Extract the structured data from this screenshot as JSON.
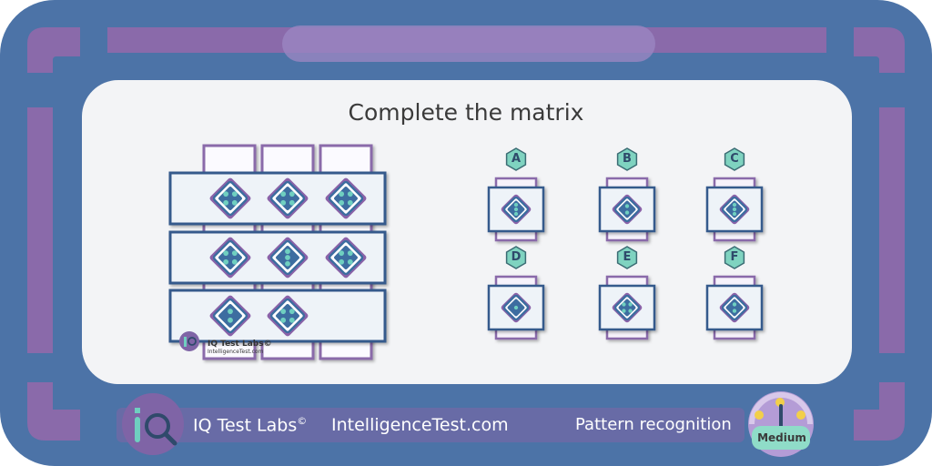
{
  "title": "Complete the matrix",
  "footer": {
    "brand": "IQ Test Labs",
    "copyright_mark": "©",
    "site": "IntelligenceTest.com",
    "category": "Pattern recognition",
    "difficulty": "Medium"
  },
  "watermark": {
    "brand": "IQ Test Labs©",
    "site": "IntelligenceTest.com"
  },
  "matrix": {
    "rows": [
      [
        4,
        4,
        4
      ],
      [
        4,
        3,
        4
      ],
      [
        2,
        4,
        null
      ]
    ]
  },
  "options": [
    {
      "label": "A",
      "dots": 3
    },
    {
      "label": "B",
      "dots": 2
    },
    {
      "label": "C",
      "dots": 3
    },
    {
      "label": "D",
      "dots": 1
    },
    {
      "label": "E",
      "dots": 4
    },
    {
      "label": "F",
      "dots": 2
    }
  ],
  "colors": {
    "frame_outer": "#4c73a7",
    "frame_purple": "#8a6aaa",
    "panel": "#f3f4f6",
    "tile_border": "#355a8c",
    "tile_fill": "#eef3f8",
    "diamond": "#3d6da0",
    "diamond_back": "#8a62a8",
    "dot": "#6fcfc0",
    "hex": "#7fd3c0"
  }
}
